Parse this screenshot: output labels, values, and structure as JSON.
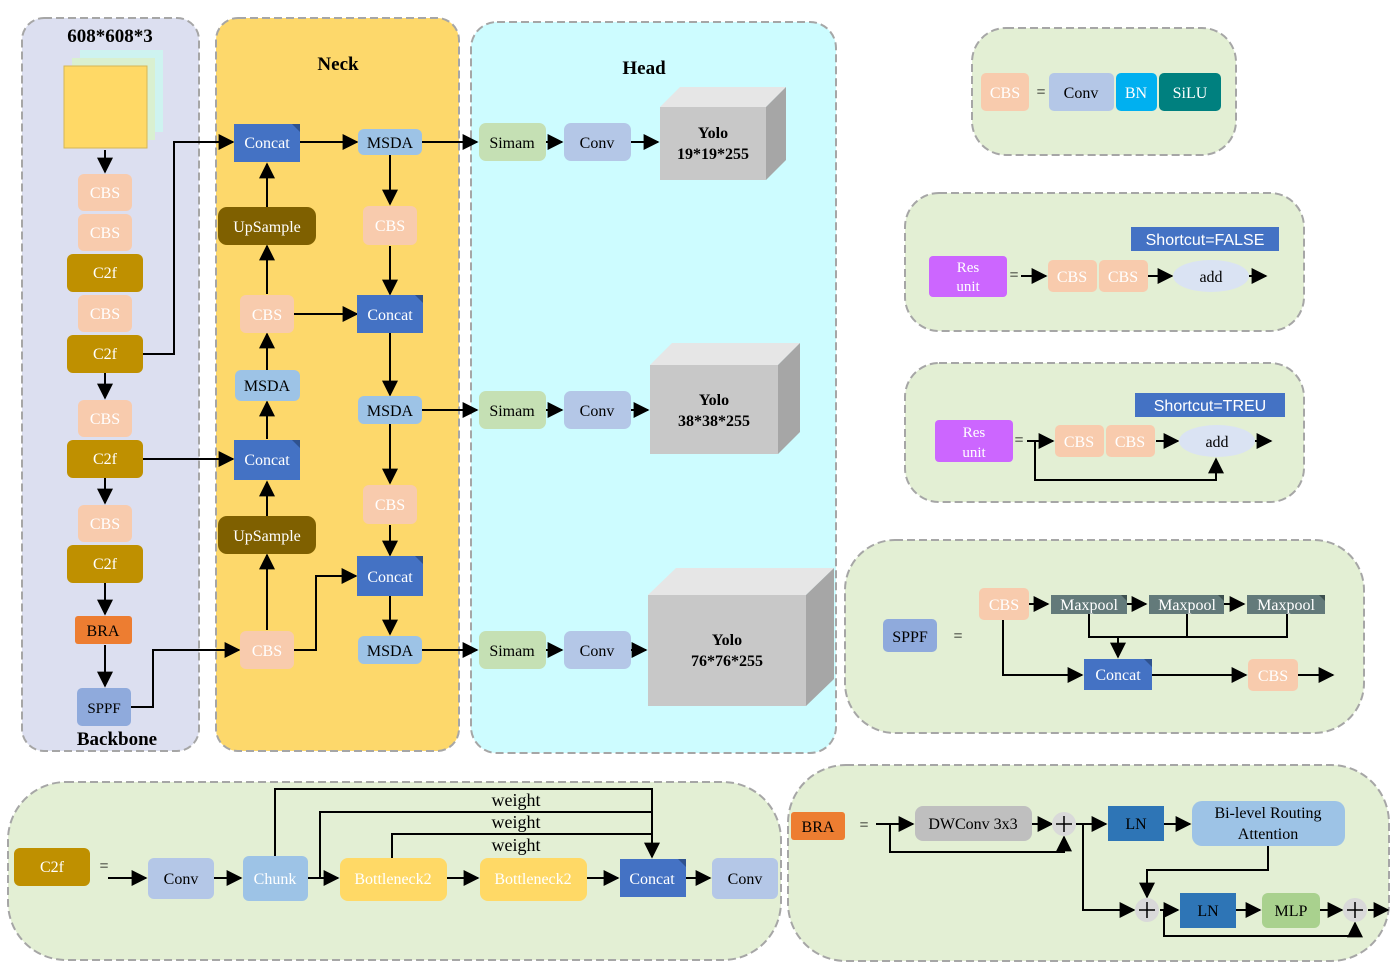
{
  "colors": {
    "backbone_bg": "#dcdff0",
    "neck_bg": "#fdd86b",
    "head_bg": "#cdfcff",
    "legend_bg": "#e3efd4",
    "cbs": "#f8cbad",
    "c2f": "#bf9000",
    "concat": "#4472c4",
    "msda": "#9dc3e6",
    "upsample": "#7f6000",
    "simam": "#c5e0b4",
    "conv": "#b4c7e7",
    "bn": "#00b0f0",
    "silu": "#00807f",
    "bra": "#ed7d31",
    "sppf": "#8faadc",
    "res": "#cc66ff",
    "add": "#dae3f3",
    "maxpool": "#637a7a",
    "bottleneck": "#ffd966",
    "dwconv": "#bfbfbf",
    "ln": "#2e75b6",
    "mlp": "#a9d18e",
    "routing": "#9dc3e6",
    "yolo_box": "#c8c8c8",
    "label_banner": "#4472c4"
  },
  "backbone": {
    "input": "608*608*3",
    "title": "Backbone",
    "blocks": [
      {
        "id": "b1",
        "type": "cbs",
        "label": "CBS"
      },
      {
        "id": "b2",
        "type": "cbs",
        "label": "CBS"
      },
      {
        "id": "b3",
        "type": "c2f",
        "label": "C2f"
      },
      {
        "id": "b4",
        "type": "cbs",
        "label": "CBS"
      },
      {
        "id": "b5",
        "type": "c2f",
        "label": "C2f"
      },
      {
        "id": "b6",
        "type": "cbs",
        "label": "CBS"
      },
      {
        "id": "b7",
        "type": "c2f",
        "label": "C2f"
      },
      {
        "id": "b8",
        "type": "cbs",
        "label": "CBS"
      },
      {
        "id": "b9",
        "type": "c2f",
        "label": "C2f"
      },
      {
        "id": "b10",
        "type": "bra",
        "label": "BRA"
      },
      {
        "id": "b11",
        "type": "sppf",
        "label": "SPPF"
      }
    ]
  },
  "neck": {
    "title": "Neck",
    "blocks": [
      {
        "id": "n_concat1",
        "type": "concat",
        "label": "Concat"
      },
      {
        "id": "n_up1",
        "type": "upsample",
        "label": "UpSample"
      },
      {
        "id": "n_cbs1",
        "type": "cbs",
        "label": "CBS"
      },
      {
        "id": "n_msda1",
        "type": "msda",
        "label": "MSDA"
      },
      {
        "id": "n_concat2",
        "type": "concat",
        "label": "Concat"
      },
      {
        "id": "n_up2",
        "type": "upsample",
        "label": "UpSample"
      },
      {
        "id": "n_cbs2",
        "type": "cbs",
        "label": "CBS"
      },
      {
        "id": "n_msda_top",
        "type": "msda",
        "label": "MSDA"
      },
      {
        "id": "n_cbs3",
        "type": "cbs",
        "label": "CBS"
      },
      {
        "id": "n_concat3",
        "type": "concat",
        "label": "Concat"
      },
      {
        "id": "n_msda_mid",
        "type": "msda",
        "label": "MSDA"
      },
      {
        "id": "n_cbs4",
        "type": "cbs",
        "label": "CBS"
      },
      {
        "id": "n_concat4",
        "type": "concat",
        "label": "Concat"
      },
      {
        "id": "n_msda_bot",
        "type": "msda",
        "label": "MSDA"
      }
    ]
  },
  "head": {
    "title": "Head",
    "rows": [
      {
        "simam": "Simam",
        "conv": "Conv",
        "yolo": "Yolo",
        "size": "19*19*255"
      },
      {
        "simam": "Simam",
        "conv": "Conv",
        "yolo": "Yolo",
        "size": "38*38*255"
      },
      {
        "simam": "Simam",
        "conv": "Conv",
        "yolo": "Yolo",
        "size": "76*76*255"
      }
    ]
  },
  "legend_cbs": {
    "lhs": "CBS",
    "eq": "=",
    "parts": [
      "Conv",
      "BN",
      "SiLU"
    ]
  },
  "legend_res_false": {
    "banner": "Shortcut=FALSE",
    "lhs_line1": "Res",
    "lhs_line2": "unit",
    "eq": "=",
    "parts": [
      "CBS",
      "CBS"
    ],
    "add": "add"
  },
  "legend_res_true": {
    "banner": "Shortcut=TREU",
    "lhs_line1": "Res",
    "lhs_line2": "unit",
    "eq": "=",
    "parts": [
      "CBS",
      "CBS"
    ],
    "add": "add"
  },
  "legend_sppf": {
    "lhs": "SPPF",
    "eq": "=",
    "cbs_in": "CBS",
    "pools": [
      "Maxpool",
      "Maxpool",
      "Maxpool"
    ],
    "concat": "Concat",
    "cbs_out": "CBS"
  },
  "legend_c2f": {
    "lhs": "C2f",
    "eq": "=",
    "conv1": "Conv",
    "chunk": "Chunk",
    "bottlenecks": [
      "Bottleneck2",
      "Bottleneck2"
    ],
    "concat": "Concat",
    "conv2": "Conv",
    "weights": [
      "weight",
      "weight",
      "weight"
    ]
  },
  "legend_bra": {
    "lhs": "BRA",
    "eq": "=",
    "dwconv": "DWConv 3x3",
    "ln1": "LN",
    "routing_line1": "Bi-level Routing",
    "routing_line2": "Attention",
    "ln2": "LN",
    "mlp": "MLP"
  }
}
